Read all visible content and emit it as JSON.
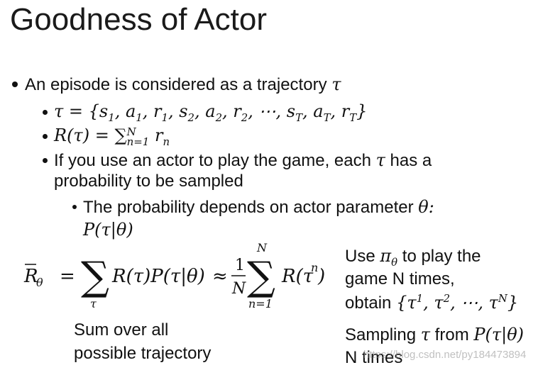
{
  "slide": {
    "title": "Goodness of Actor",
    "bullet1": "An episode is considered as a trajectory",
    "bullet1_math": "τ",
    "sub2_math": "R(τ) = ∑",
    "sub3_line1a": "If you use an actor to play the game, each ",
    "sub3_line1_math": "τ",
    "sub3_line1b": " has a",
    "sub3_line2": "probability to be sampled",
    "sub4_text": "The probability depends on actor parameter ",
    "sub4_math": "θ:",
    "sub4_line2": "P(τ|θ)"
  },
  "annotations": {
    "sum_note_line1": "Sum over all",
    "sum_note_line2": "possible trajectory",
    "use_pi_a": "Use ",
    "use_pi_b": " to play the",
    "game_n_times": "game N times,",
    "obtain": "obtain ",
    "sampling_a": "Sampling ",
    "sampling_b": " from ",
    "n_times": "N times"
  },
  "watermark": "https://blog.csdn.net/py184473894"
}
